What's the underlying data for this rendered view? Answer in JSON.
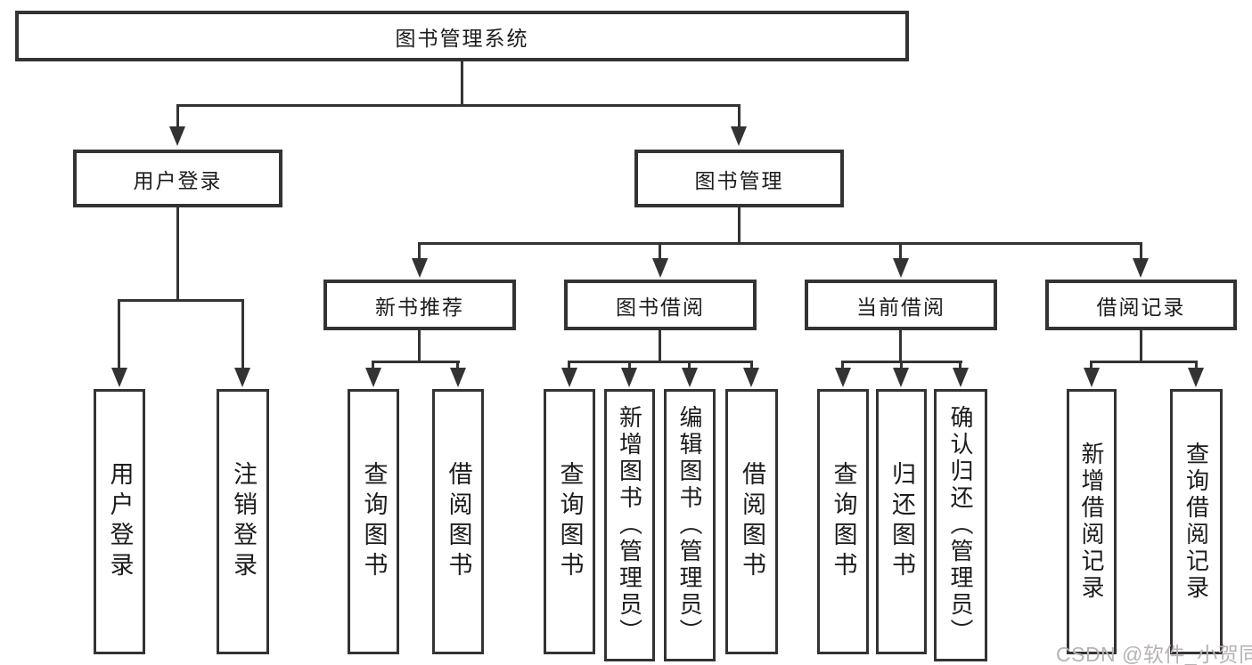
{
  "diagram": {
    "root": {
      "label": "图书管理系统"
    },
    "user": {
      "label": "用户登录",
      "children": [
        {
          "label": "用户登录"
        },
        {
          "label": "注销登录"
        }
      ]
    },
    "mgmt": {
      "label": "图书管理",
      "groups": [
        {
          "label": "新书推荐",
          "children": [
            {
              "label": "查询图书"
            },
            {
              "label": "借阅图书"
            }
          ]
        },
        {
          "label": "图书借阅",
          "children": [
            {
              "label": "查询图书"
            },
            {
              "label": "新增图书（管理员）"
            },
            {
              "label": "编辑图书（管理员）"
            },
            {
              "label": "借阅图书"
            }
          ]
        },
        {
          "label": "当前借阅",
          "children": [
            {
              "label": "查询图书"
            },
            {
              "label": "归还图书"
            },
            {
              "label": "确认归还（管理员）"
            }
          ]
        },
        {
          "label": "借阅记录",
          "children": [
            {
              "label": "新增借阅记录"
            },
            {
              "label": "查询借阅记录"
            }
          ]
        }
      ]
    }
  },
  "watermark": {
    "text": "CSDN @软件_小贺同学"
  },
  "colors": {
    "line": "#333333",
    "text": "#1c1c1c",
    "background": "#ffffff",
    "watermark": "#b8b2b2"
  }
}
